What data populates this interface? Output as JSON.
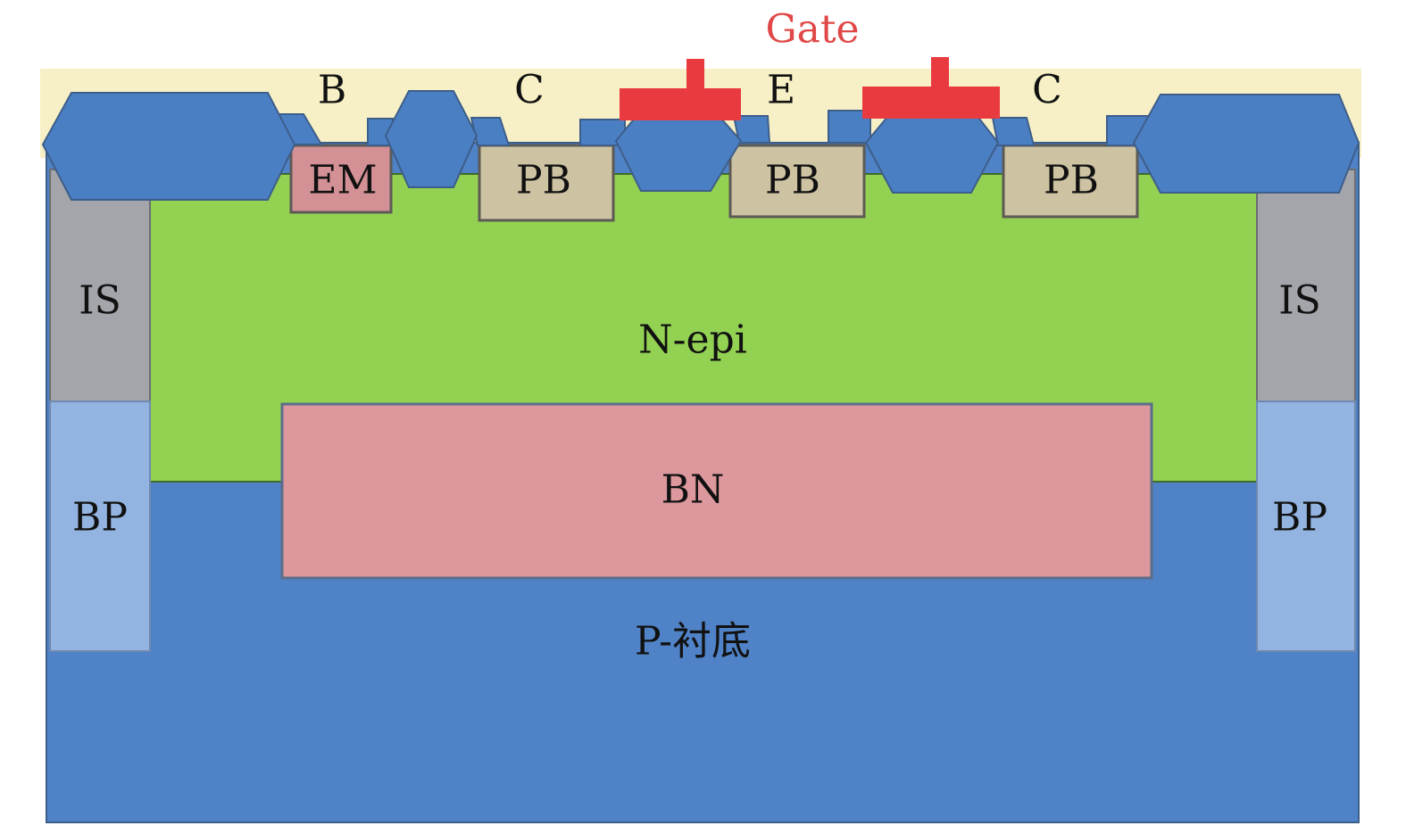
{
  "labels": {
    "gate": "Gate",
    "terminal_b": "B",
    "terminal_c_left": "C",
    "terminal_e": "E",
    "terminal_c_right": "C",
    "em": "EM",
    "pb_left": "PB",
    "pb_middle": "PB",
    "pb_right": "PB",
    "is_left": "IS",
    "is_right": "IS",
    "n_epi": "N-epi",
    "bn": "BN",
    "bp_left": "BP",
    "bp_right": "BP",
    "p_substrate": "P-衬底"
  },
  "colors": {
    "background": "#ffffff",
    "passivation": "#f7f0c6",
    "oxide": "#4b7fc4",
    "outline": "#3d5e8a",
    "p_substrate": "#4f82c6",
    "n_epi": "#93d152",
    "bn": "#dc989d",
    "em": "#d39196",
    "pb": "#cdc3a3",
    "is": "#a3a5aa",
    "bp": "#93b3e0",
    "gate": "#e93a3f",
    "gate_label": "#e04848",
    "text": "#111111"
  }
}
